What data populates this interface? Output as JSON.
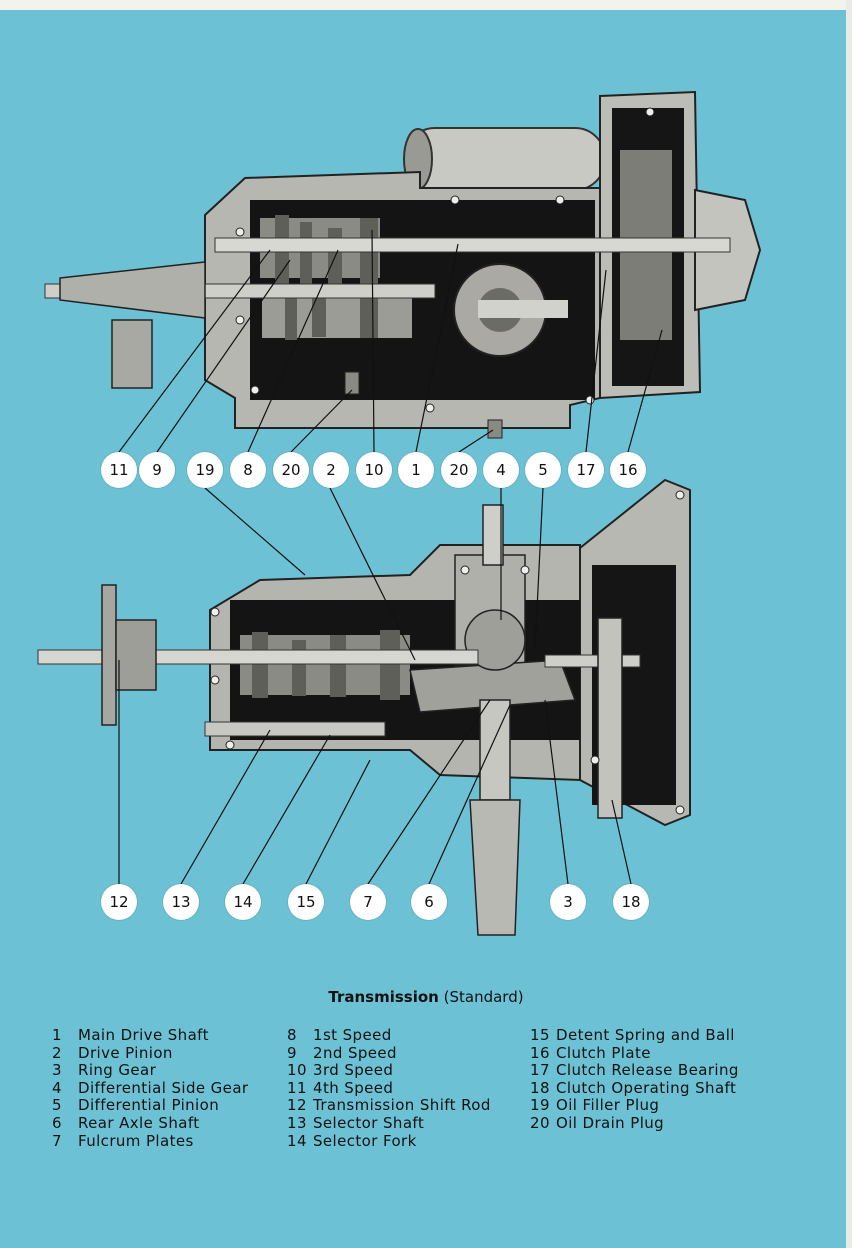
{
  "title": "Transmission",
  "subtitle": "(Standard)",
  "callouts_top": [
    "11",
    "9",
    "19",
    "8",
    "20",
    "2",
    "10",
    "1",
    "20",
    "4",
    "5",
    "17",
    "16"
  ],
  "callouts_bottom": [
    "12",
    "13",
    "14",
    "15",
    "7",
    "6",
    "3",
    "18"
  ],
  "legend": [
    [
      {
        "num": "1",
        "label": "Main Drive Shaft"
      },
      {
        "num": "2",
        "label": "Drive Pinion"
      },
      {
        "num": "3",
        "label": "Ring Gear"
      },
      {
        "num": "4",
        "label": "Differential Side Gear"
      },
      {
        "num": "5",
        "label": "Differential Pinion"
      },
      {
        "num": "6",
        "label": "Rear Axle Shaft"
      },
      {
        "num": "7",
        "label": "Fulcrum Plates"
      }
    ],
    [
      {
        "num": "8",
        "label": "1st Speed"
      },
      {
        "num": "9",
        "label": "2nd Speed"
      },
      {
        "num": "10",
        "label": "3rd Speed"
      },
      {
        "num": "11",
        "label": "4th Speed"
      },
      {
        "num": "12",
        "label": "Transmission Shift Rod"
      },
      {
        "num": "13",
        "label": "Selector Shaft"
      },
      {
        "num": "14",
        "label": "Selector Fork"
      }
    ],
    [
      {
        "num": "15",
        "label": "Detent Spring and Ball"
      },
      {
        "num": "16",
        "label": "Clutch Plate"
      },
      {
        "num": "17",
        "label": "Clutch Release Bearing"
      },
      {
        "num": "18",
        "label": "Clutch Operating Shaft"
      },
      {
        "num": "19",
        "label": "Oil Filler Plug"
      },
      {
        "num": "20",
        "label": "Oil Drain Plug"
      }
    ]
  ]
}
